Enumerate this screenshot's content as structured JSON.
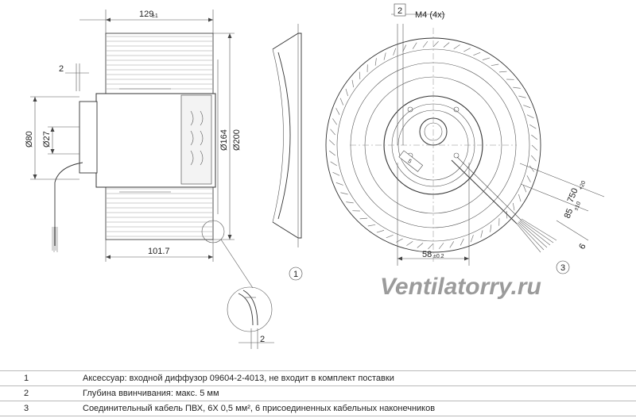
{
  "dimensions": {
    "total_length": "129",
    "total_length_tol": "±1",
    "gap_left": "2",
    "hub_length": "101.7",
    "dia_80": "Ø80",
    "dia_27": "Ø27",
    "dia_164": "Ø164",
    "dia_200": "Ø200",
    "thread_depth_marker": "2",
    "thread": "M4 (4x)",
    "cable_length": "750",
    "cable_length_tol": "+20",
    "strip_length": "85",
    "strip_length_tol": "±10",
    "wire_strip": "6",
    "bolt_spacing": "58",
    "bolt_spacing_tol": "±0.2",
    "detail_gap": "2"
  },
  "callouts": {
    "diffuser": "1",
    "cable": "3"
  },
  "label_plate": "5",
  "watermark": "Ventilatorry.ru",
  "notes": [
    {
      "num": "1",
      "text": "Аксессуар: входной диффузор 09604-2-4013, не входит в комплект поставки"
    },
    {
      "num": "2",
      "text": "Глубина ввинчивания: макс. 5 мм"
    },
    {
      "num": "3",
      "text": "Соединительный кабель ПВХ, 6X 0,5 мм², 6 присоединенных кабельных наконечников"
    }
  ]
}
